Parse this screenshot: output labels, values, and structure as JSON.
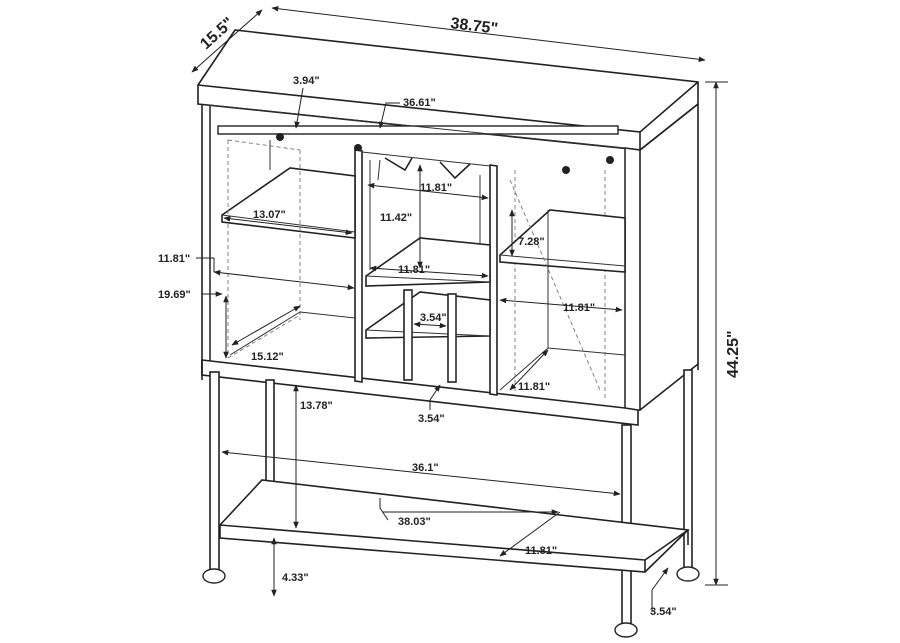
{
  "dimensions": {
    "overall_width": "38.75\"",
    "overall_depth": "15.5\"",
    "overall_height": "44.25\"",
    "top_inner_width": "36.61\"",
    "rail_offset": "3.94\"",
    "center_compartment_width": "11.81\"",
    "center_compartment_height": "11.42\"",
    "wine_rack_width": "11.81\"",
    "wine_rack_slot": "3.54\"",
    "wine_rack_drop": "3.54\"",
    "left_shelf_width": "13.07\"",
    "left_side_depth": "11.81\"",
    "left_side_height": "19.69\"",
    "left_bottom_width": "15.12\"",
    "right_upper_height": "7.28\"",
    "right_shelf_width": "11.81\"",
    "right_depth": "11.81\"",
    "leg_clearance": "13.78\"",
    "lower_shelf_width": "36.1\"",
    "lower_outer_width": "38.03\"",
    "lower_shelf_depth": "11.81\"",
    "foot_height": "4.33\"",
    "leg_size": "3.54\""
  }
}
